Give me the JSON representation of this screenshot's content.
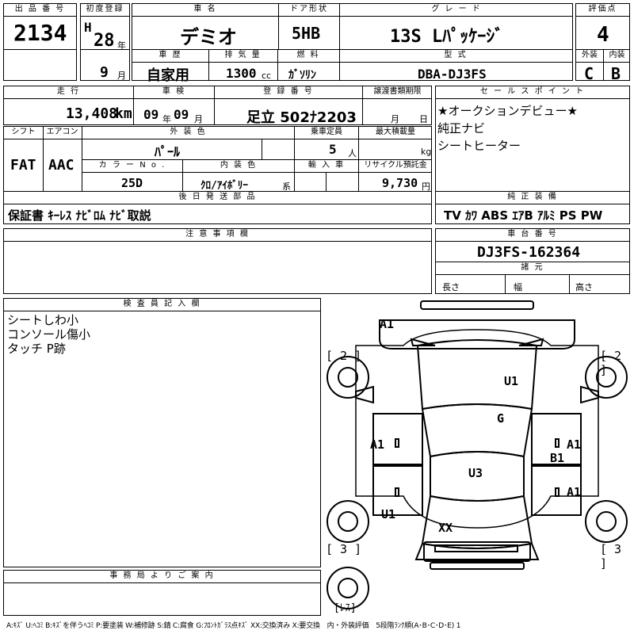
{
  "labels": {
    "lot_no": "出 品 番 号",
    "first_reg": "初度登録",
    "car_name": "車 名",
    "door": "ドア形状",
    "grade": "グ レ ー ド",
    "score": "評価点",
    "history": "車 歴",
    "displacement": "排 気 量",
    "fuel": "燃 料",
    "model_code": "型 式",
    "exterior": "外装",
    "interior": "内装",
    "mileage": "走 行",
    "inspection": "車 検",
    "reg_no": "登 録 番 号",
    "transfer_deadline": "譲渡書類期限",
    "sales_point": "セ ー ル ス ポ イ ン ト",
    "shift": "シフト",
    "aircon": "エアコン",
    "ext_color": "外 装 色",
    "capacity": "乗車定員",
    "max_load": "最大積載量",
    "color_no": "カ ラ ー N o .",
    "int_color": "内 装 色",
    "import": "輸 入 車",
    "recycle": "リサイクル預託金",
    "later_parts": "後 日 発 送 部 品",
    "genuine_equip": "純 正 装 備",
    "caution": "注 意 事 項 欄",
    "chassis_no": "車 台 番 号",
    "dimensions": "諸 元",
    "length": "長さ",
    "width": "幅",
    "height": "高さ",
    "inspector": "検 査 員 記 入 欄",
    "office": "事 務 局 よ り ご 案 内"
  },
  "units": {
    "year_era": "H",
    "year": "年",
    "month": "月",
    "cc": "cc",
    "km": "km",
    "day": "日",
    "persons": "人",
    "kg": "kg",
    "yen": "円",
    "series": "系"
  },
  "values": {
    "lot_no": "2134",
    "first_reg_year": "28",
    "first_reg_month": "9",
    "car_name": "デミオ",
    "door": "5HB",
    "grade": "13S Lﾊﾟｯｹｰｼﾞ",
    "score": "4",
    "history": "自家用",
    "displacement": "1300",
    "fuel": "ｶﾞｿﾘﾝ",
    "model_code": "DBA-DJ3FS",
    "exterior_grade": "C",
    "interior_grade": "B",
    "mileage": "13,408",
    "inspection_year": "09",
    "inspection_month": "09",
    "reg_no": "足立 502ﾅ2203",
    "shift": "FAT",
    "aircon": "AAC",
    "ext_color": "ﾊﾟｰﾙ",
    "capacity": "5",
    "color_no": "25D",
    "int_color": "ｸﾛ/ｱｲﾎﾞﾘｰ",
    "recycle": "9,730",
    "later_parts": "保証書 ｷｰﾚｽ ﾅﾋﾞﾛﾑ ﾅﾋﾞ取説",
    "genuine_equip": "TV ｶﾜ ABS ｴｱB ｱﾙﾐ PS PW",
    "chassis_no": "DJ3FS-162364"
  },
  "sales_points": [
    "★オークションデビュー★",
    "純正ナビ",
    "シートヒーター"
  ],
  "inspector_notes": [
    "シートしわ小",
    "コンソール傷小",
    "タッチ P跡"
  ],
  "diagram_marks": {
    "front": "A1",
    "hood": "U1",
    "windshield": "G",
    "left_front_door": "A1",
    "right_front_door": "A1",
    "right_pillar": "B1",
    "roof": "U3",
    "right_rear_door": "A1",
    "left_rear_fender": "U1",
    "rear_glass": "XX"
  },
  "diagram_labels": {
    "tire_front_left": "[ 2 ]",
    "tire_front_right": "[ 2 ]",
    "tire_rear_left": "[ 3 ]",
    "tire_rear_right": "[ 3 ]",
    "spare": "[ﾚｽ]"
  },
  "legend": "A:ｷｽﾞ U:ﾍｺﾐ B:ｷｽﾞを伴うﾍｺﾐ P:要塗装 W:補修跡 S:錆 C:腐食 G:ﾌﾛﾝﾄｶﾞﾗｽ点ｷｽﾞ XX:交換済み X:要交換　内・外装評価　5段階ﾗﾝｸ順(A･B･C･D･E) 1"
}
